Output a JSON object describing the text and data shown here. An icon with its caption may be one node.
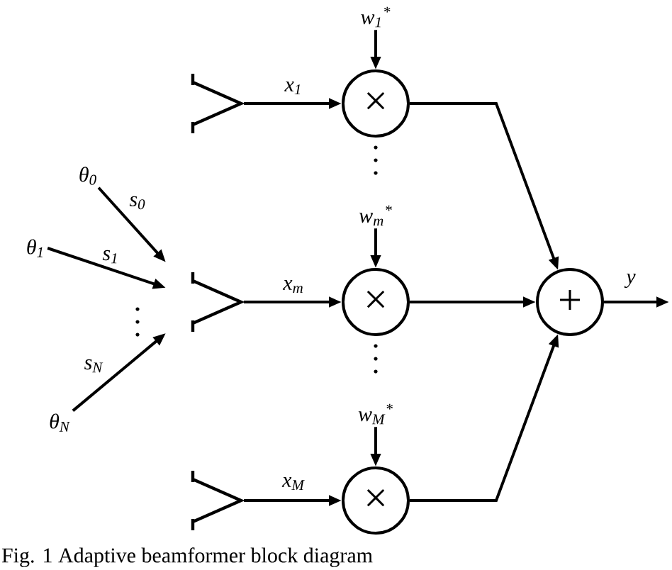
{
  "diagram": {
    "caption": "Fig. 1   Adaptive beamformer block diagram",
    "nodes": [
      {
        "text": [],
        "shape": "antenna"
      },
      {
        "text": [],
        "shape": "antenna"
      },
      {
        "text": [],
        "shape": "antenna"
      },
      {
        "text": [
          "w$_{1}$$^{*}$"
        ]
      },
      {
        "text": [
          "×"
        ]
      },
      {
        "text": [
          "w$_{m}$$^{*}$"
        ]
      },
      {
        "text": [
          "×"
        ]
      },
      {
        "text": [
          "w$_{M}$$^{*}$"
        ]
      },
      {
        "text": [
          "×"
        ]
      },
      {
        "text": [
          "+"
        ]
      },
      {
        "text": [
          "θ$_{0}$"
        ]
      },
      {
        "text": [
          "θ$_{1}$"
        ]
      },
      {
        "text": [
          "θ$_{N}$"
        ]
      }
    ],
    "edges": [
      {
        "from": 0,
        "to": 4,
        "arrow": "to",
        "label": "x$_{1}$"
      },
      {
        "from": 3,
        "to": 4,
        "arrow": "to"
      },
      {
        "from": 1,
        "to": 6,
        "arrow": "to",
        "label": "x$_{m}$"
      },
      {
        "from": 5,
        "to": 6,
        "arrow": "to"
      },
      {
        "from": 2,
        "to": 8,
        "arrow": "to",
        "label": "x$_{M}$"
      },
      {
        "from": 7,
        "to": 8,
        "arrow": "to"
      },
      {
        "from": 4,
        "to": 9,
        "arrow": "to"
      },
      {
        "from": 6,
        "to": 9,
        "arrow": "to"
      },
      {
        "from": 8,
        "to": 9,
        "arrow": "to"
      },
      {
        "from": 9,
        "to": null,
        "arrow": "to",
        "label": "y"
      },
      {
        "from": 10,
        "to": 1,
        "arrow": "to",
        "label": "s$_{0}$"
      },
      {
        "from": 11,
        "to": 1,
        "arrow": "to",
        "label": "s$_{1}$"
      },
      {
        "from": 12,
        "to": 1,
        "arrow": "to",
        "label": "s$_{N}$"
      }
    ]
  }
}
